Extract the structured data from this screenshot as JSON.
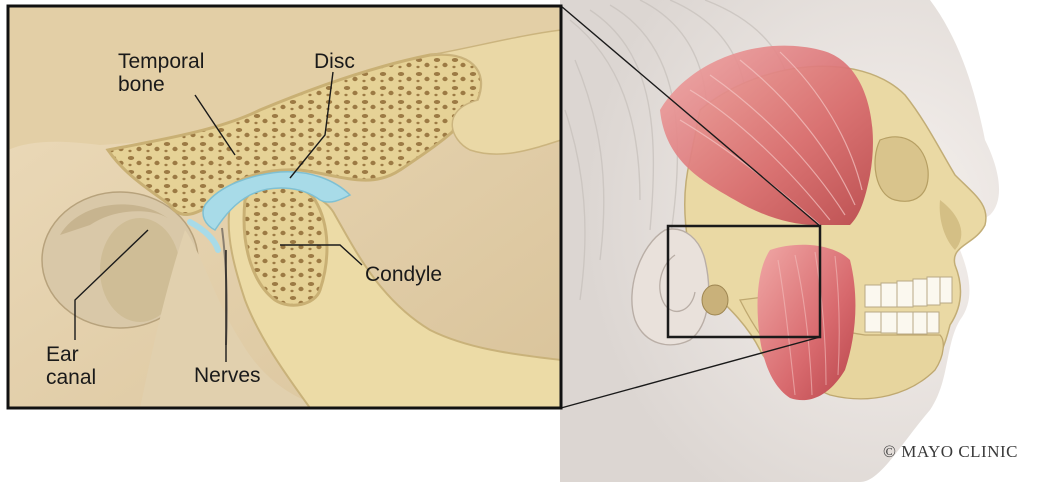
{
  "labels": {
    "temporal_bone": [
      "Temporal",
      "bone"
    ],
    "disc": "Disc",
    "condyle": "Condyle",
    "ear_canal": [
      "Ear",
      "canal"
    ],
    "nerves": "Nerves"
  },
  "credit": "© MAYO CLINIC",
  "colors": {
    "bone": "#ecdca2",
    "bone_shadow": "#c9b47a",
    "marrow": "#8a6a3a",
    "disc": "#a9d9e6",
    "muscle": "#d9757a",
    "skin": "#f1ece8",
    "inset_bg": "#e8d6b4",
    "frame": "#111111"
  },
  "icons": [
    "temporal-bone-illustration",
    "disc-illustration",
    "condyle-illustration",
    "skull-profile-illustration",
    "masseter-muscle-illustration",
    "temporalis-muscle-illustration",
    "ear-illustration"
  ]
}
